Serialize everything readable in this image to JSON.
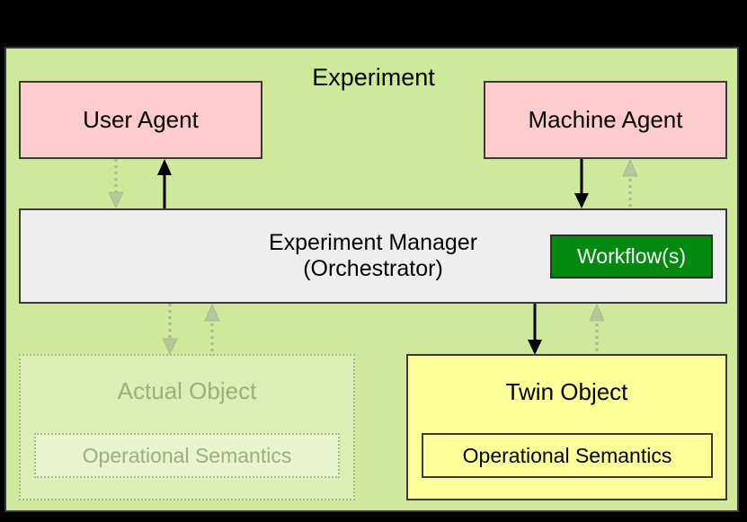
{
  "diagram": {
    "title": "Experiment",
    "background_color": "#000000",
    "container_color": "#cfe99a",
    "nodes": {
      "user_agent": {
        "label": "User Agent",
        "color": "#ffcccc"
      },
      "machine_agent": {
        "label": "Machine Agent",
        "color": "#ffcccc"
      },
      "experiment_manager": {
        "label": "Experiment Manager\n(Orchestrator)",
        "color": "#eeeeee"
      },
      "workflow": {
        "label": "Workflow(s)",
        "color": "#018a0f",
        "text_color": "#ffffff"
      },
      "actual_object": {
        "label": "Actual Object",
        "color": "#ecf5d6",
        "state": "faded"
      },
      "actual_operational_semantics": {
        "label": "Operational Semantics",
        "state": "faded"
      },
      "twin_object": {
        "label": "Twin Object",
        "color": "#ffff99"
      },
      "twin_operational_semantics": {
        "label": "Operational Semantics",
        "color": "#ffff99"
      }
    },
    "edges": [
      {
        "name": "external-to-user-agent",
        "style": "solid",
        "direction": "down"
      },
      {
        "name": "external-to-machine-agent",
        "style": "solid",
        "direction": "down"
      },
      {
        "name": "user-agent-to-manager",
        "style": "dotted",
        "direction": "down"
      },
      {
        "name": "manager-to-user-agent",
        "style": "solid",
        "direction": "up"
      },
      {
        "name": "machine-agent-to-manager",
        "style": "solid",
        "direction": "down"
      },
      {
        "name": "manager-to-machine-agent",
        "style": "dotted",
        "direction": "up"
      },
      {
        "name": "manager-to-actual-object",
        "style": "dotted",
        "direction": "down"
      },
      {
        "name": "actual-object-to-manager",
        "style": "dotted",
        "direction": "up"
      },
      {
        "name": "manager-to-twin-object",
        "style": "solid",
        "direction": "down"
      },
      {
        "name": "twin-object-to-manager",
        "style": "dotted",
        "direction": "up"
      }
    ]
  }
}
